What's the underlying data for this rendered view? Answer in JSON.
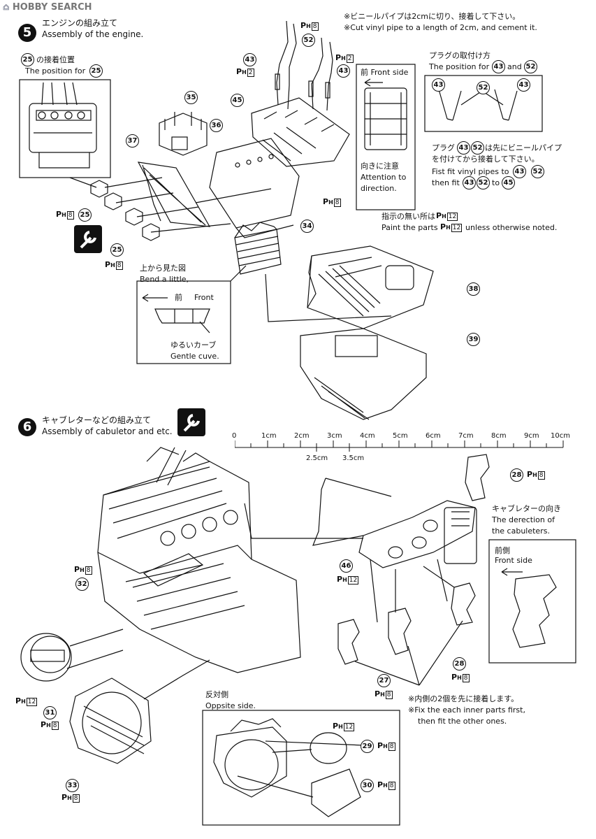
{
  "watermark": "HOBBY SEARCH",
  "steps": [
    {
      "number": "5",
      "title_jp": "エンジンの組み立て",
      "title_en": "Assembly of the engine."
    },
    {
      "number": "6",
      "title_jp": "キャブレターなどの組み立て",
      "title_en": "Assembly of cabuletor and etc."
    }
  ],
  "notes": {
    "vinyl_jp": "※ビニールパイプは2cmに切り、接着して下さい。",
    "vinyl_en": "※Cut vinyl pipe to a length of 2cm, and cement it.",
    "pos25_jp": "の接着位置",
    "pos25_en": "The position for",
    "front_side": "前 Front side",
    "attention_jp": "向きに注意",
    "attention_en1": "Attention to",
    "attention_en2": "direction.",
    "plug_jp": "プラグの取付け方",
    "plug_en": "The position for",
    "plug_and": "and",
    "plug2_jp1": "プラグ",
    "plug2_jp2": "は先にビニールパイプ",
    "plug2_jp3": "を付けてから接着して下さい。",
    "plug2_en1": "Fist fit vinyl pipes to",
    "plug2_en2": "then fit",
    "plug2_to": "to",
    "paint_jp": "指示の無い所は",
    "paint_en1": "Paint the parts",
    "paint_en2": "unless otherwise noted.",
    "above_jp": "上から見た図",
    "above_en": "Bend a little,",
    "front_jp": "前",
    "front_en": "Front",
    "curve_jp": "ゆるいカーブ",
    "curve_en": "Gentle cuve.",
    "carb_dir_jp": "キャブレターの向き",
    "carb_dir_en1": "The derection of",
    "carb_dir_en2": "the cabuleters.",
    "front_side2_jp": "前側",
    "front_side2_en": "Front side",
    "opp_jp": "反対側",
    "opp_en": "Oppsite side.",
    "inner_jp": "※内側の2個を先に接着します。",
    "inner_en1": "※Fix the each inner parts first,",
    "inner_en2": "then fit the other ones."
  },
  "ruler": {
    "labels": [
      "0",
      "1cm",
      "2cm",
      "3cm",
      "4cm",
      "5cm",
      "6cm",
      "7cm",
      "8cm",
      "9cm",
      "10cm"
    ],
    "half_labels": [
      "2.5cm",
      "3.5cm"
    ]
  },
  "paint": {
    "prefix": "P",
    "sub": "H",
    "codes": {
      "p8": "8",
      "p2": "2",
      "p12": "12"
    }
  },
  "parts": {
    "p25": "25",
    "p27": "27",
    "p28": "28",
    "p29": "29",
    "p30": "30",
    "p31": "31",
    "p32": "32",
    "p33": "33",
    "p34": "34",
    "p35": "35",
    "p36": "36",
    "p37": "37",
    "p38": "38",
    "p39": "39",
    "p43": "43",
    "p45": "45",
    "p46": "46",
    "p52": "52"
  },
  "colors": {
    "ink": "#111111",
    "paper": "#ffffff"
  }
}
